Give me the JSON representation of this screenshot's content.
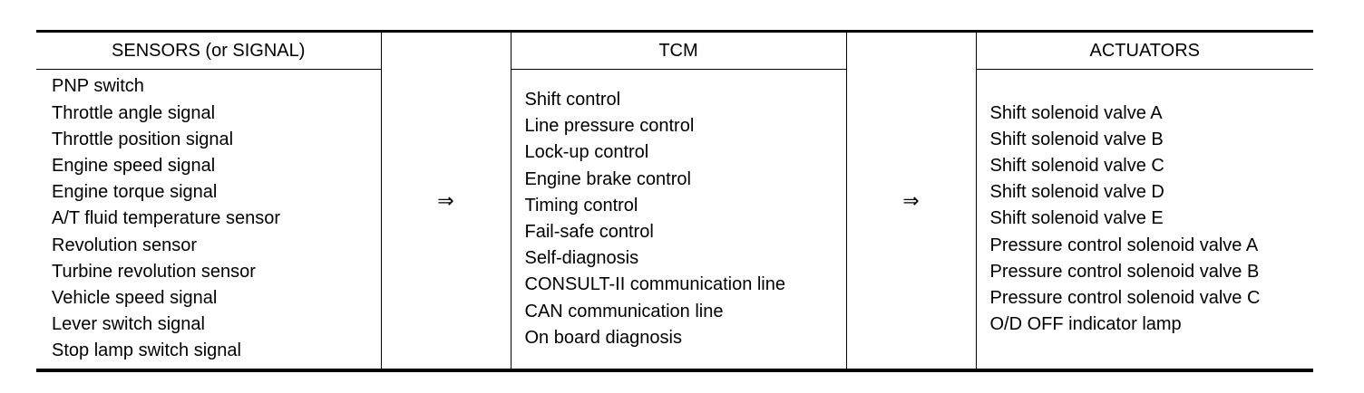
{
  "headers": {
    "sensors": "SENSORS (or SIGNAL)",
    "tcm": "TCM",
    "actuators": "ACTUATORS"
  },
  "arrows": {
    "first": "⇒",
    "second": "⇒"
  },
  "sensors": [
    "PNP switch",
    "Throttle angle signal",
    "Throttle position signal",
    "Engine speed signal",
    "Engine torque signal",
    "A/T fluid temperature sensor",
    "Revolution sensor",
    "Turbine revolution sensor",
    "Vehicle speed signal",
    "Lever switch signal",
    "Stop lamp switch signal"
  ],
  "tcm": [
    "Shift control",
    "Line pressure control",
    "Lock-up control",
    "Engine brake control",
    "Timing control",
    "Fail-safe control",
    "Self-diagnosis",
    "CONSULT-II communication line",
    "CAN communication line",
    "On board diagnosis"
  ],
  "actuators": [
    "Shift solenoid valve A",
    "Shift solenoid valve B",
    "Shift solenoid valve C",
    "Shift solenoid valve D",
    "Shift solenoid valve E",
    "Pressure control solenoid valve A",
    "Pressure control solenoid valve B",
    "Pressure control solenoid valve C",
    "O/D OFF indicator lamp"
  ]
}
